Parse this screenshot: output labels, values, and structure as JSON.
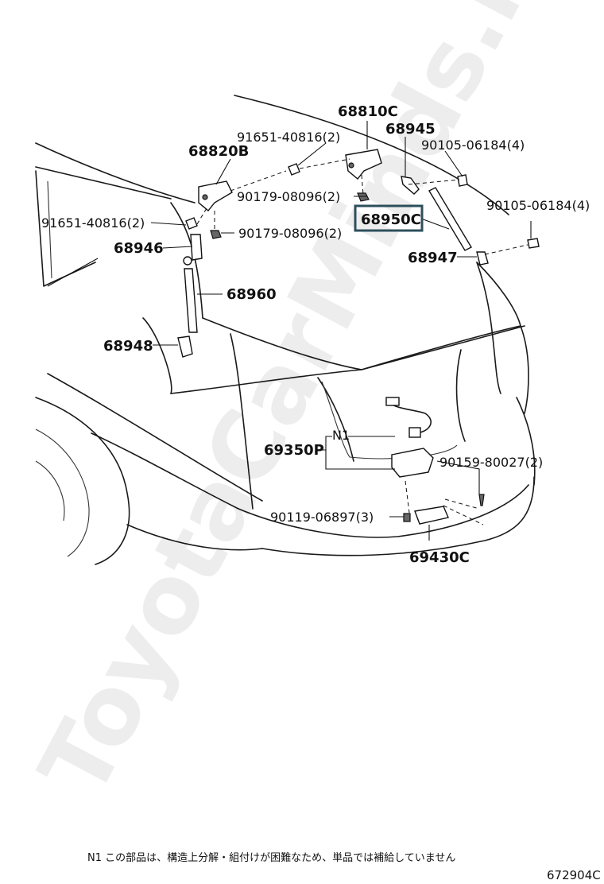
{
  "parts": {
    "p68810C": "68810C",
    "p68945": "68945",
    "p91651_top": "91651-40816(2)",
    "p90105_a": "90105-06184(4)",
    "p68820B": "68820B",
    "p90179_a": "90179-08096(2)",
    "p90105_b": "90105-06184(4)",
    "p68950C": "68950C",
    "p91651_left": "91651-40816(2)",
    "p90179_b": "90179-08096(2)",
    "p68946": "68946",
    "p68947": "68947",
    "p68960": "68960",
    "p68948": "68948",
    "n1": "N1",
    "p69350P": "69350P",
    "p90159": "90159-80027(2)",
    "p90119": "90119-06897(3)",
    "p69430C": "69430C"
  },
  "highlighted_part": "68950C",
  "watermark": "ToyotaCarMinds.ru",
  "footnote": "N1 この部品は、構造上分解・組付けが困難なため、単品では補給していません",
  "diagram_code": "672904C",
  "colors": {
    "highlight_box": "#2d4f5c",
    "line": "#111111"
  }
}
